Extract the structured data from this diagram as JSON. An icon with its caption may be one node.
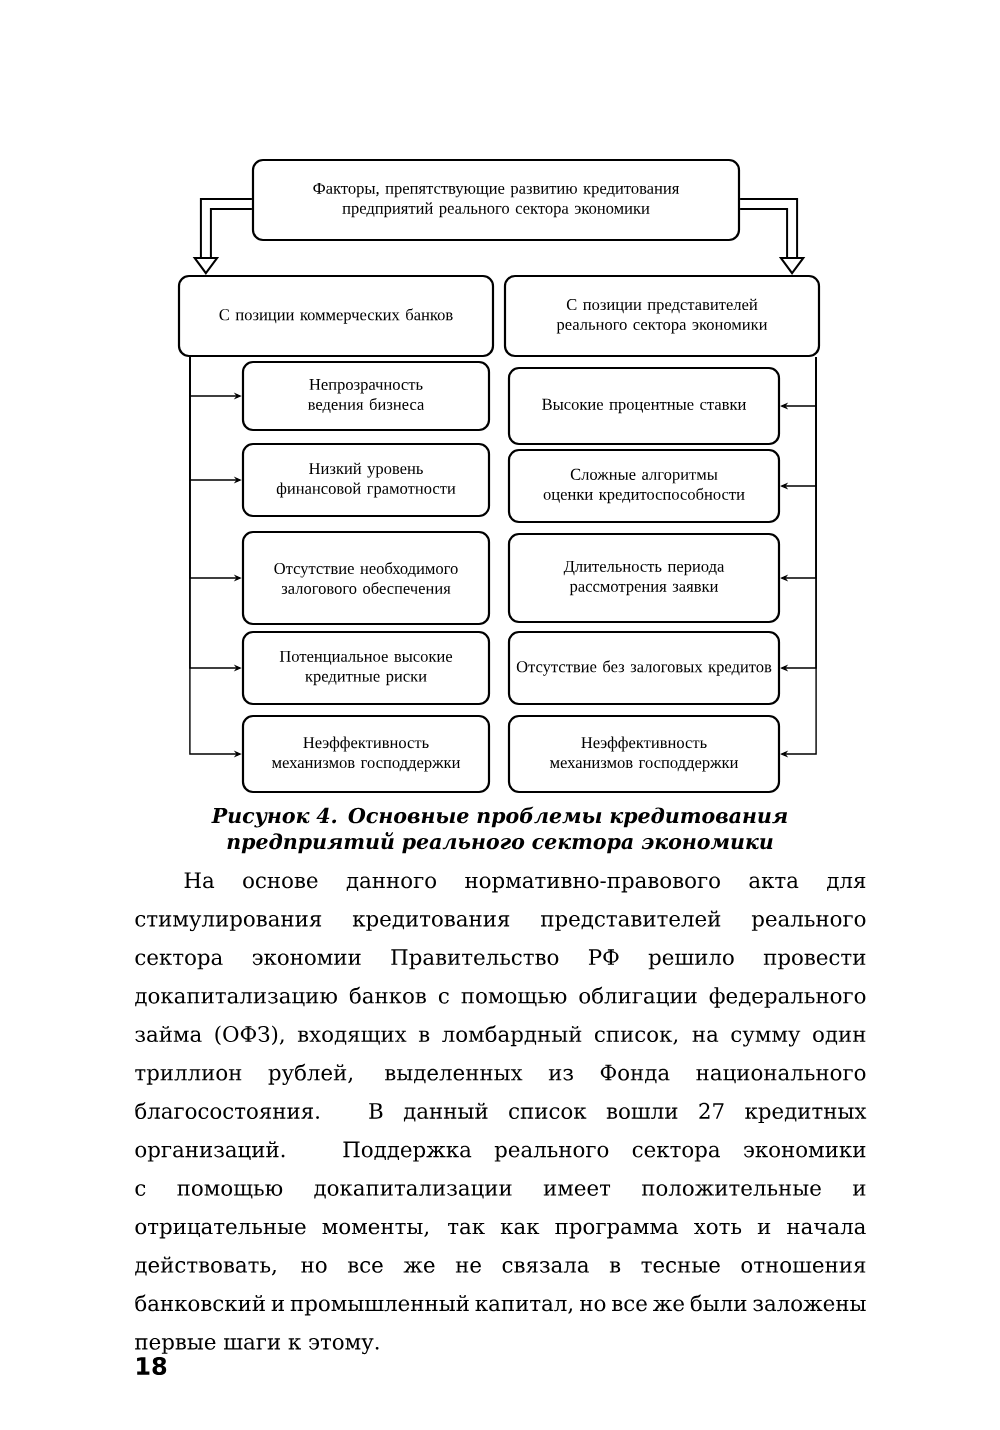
{
  "diagram": {
    "caption": "Рисунок 4. Основные проблемы кредитования предприятий реального сектора экономики",
    "nodes": [
      {
        "text": [
          "Факторы, препятствующие развитию кредитования предприятий реального сектора экономики"
        ]
      },
      {
        "text": [
          "С позиции коммерческих банков"
        ]
      },
      {
        "text": [
          "С позиции представителей реального сектора экономики"
        ]
      },
      {
        "text": [
          "Непрозрачность ведения бизнеса"
        ]
      },
      {
        "text": [
          "Низкий уровень финансовой грамотности"
        ]
      },
      {
        "text": [
          "Отсутствие необходимого залогового обеспечения"
        ]
      },
      {
        "text": [
          "Потенциальное высокие кредитные риски"
        ]
      },
      {
        "text": [
          "Неэффективность механизмов господдержки"
        ]
      },
      {
        "text": [
          "Высокие процентные ставки"
        ]
      },
      {
        "text": [
          "Сложные алгоритмы оценки кредитоспособности"
        ]
      },
      {
        "text": [
          "Длительность периода рассмотрения заявки"
        ]
      },
      {
        "text": [
          "Отсутствие без залоговых кредитов"
        ]
      },
      {
        "text": [
          "Неэффективность механизмов господдержки"
        ]
      }
    ],
    "edges": [
      {
        "from": 0,
        "to": 1,
        "arrow": "to",
        "style": "thick"
      },
      {
        "from": 0,
        "to": 2,
        "arrow": "to",
        "style": "thick"
      },
      {
        "from": 1,
        "to": 3,
        "arrow": "to"
      },
      {
        "from": 1,
        "to": 4,
        "arrow": "to"
      },
      {
        "from": 1,
        "to": 5,
        "arrow": "to"
      },
      {
        "from": 1,
        "to": 6,
        "arrow": "to"
      },
      {
        "from": 1,
        "to": 7,
        "arrow": "to"
      },
      {
        "from": 2,
        "to": 8,
        "arrow": "to"
      },
      {
        "from": 2,
        "to": 9,
        "arrow": "to"
      },
      {
        "from": 2,
        "to": 10,
        "arrow": "to"
      },
      {
        "from": 2,
        "to": 11,
        "arrow": "to"
      },
      {
        "from": 2,
        "to": 12,
        "arrow": "to"
      }
    ],
    "labels": [
      "На основе данного нормативно-правового акта для стимулирования кредитования представителей реального сектора экономии Правительство РФ решило провести докапитализацию банков с помощью облигации федерального займа (ОФЗ), входящих в ломбардный список, на сумму один триллион рублей, выделенных из Фонда национального благосостояния. В данный список вошли 27 кредитных организаций. Поддержка реального сектора экономики с помощью докапитализации имеет положительные и отрицательные моменты, так как программа хоть и начала действовать, но все же не связала в тесные отношения банковский и промышленный капитал, но все же были заложены первые шаги к этому.",
      "18"
    ]
  }
}
